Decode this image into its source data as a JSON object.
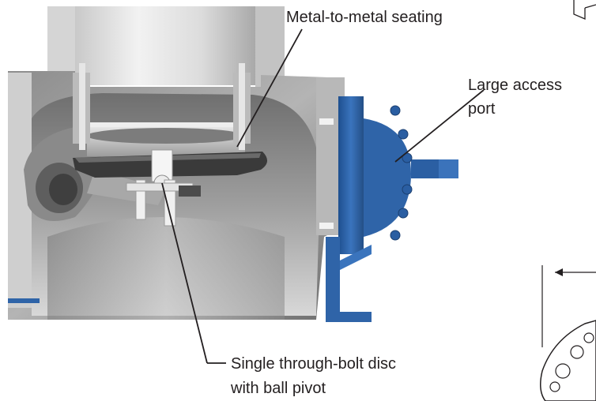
{
  "callouts": {
    "seating": "Metal-to-metal seating",
    "access_port_line1": "Large access",
    "access_port_line2": "port",
    "disc_line1": "Single through-bolt disc",
    "disc_line2": "with ball pivot"
  },
  "colors": {
    "cover_blue": "#2f64a8",
    "body_grey": "#9a9a9a",
    "disc_dark": "#3a3a3a",
    "leader": "#231f20"
  }
}
